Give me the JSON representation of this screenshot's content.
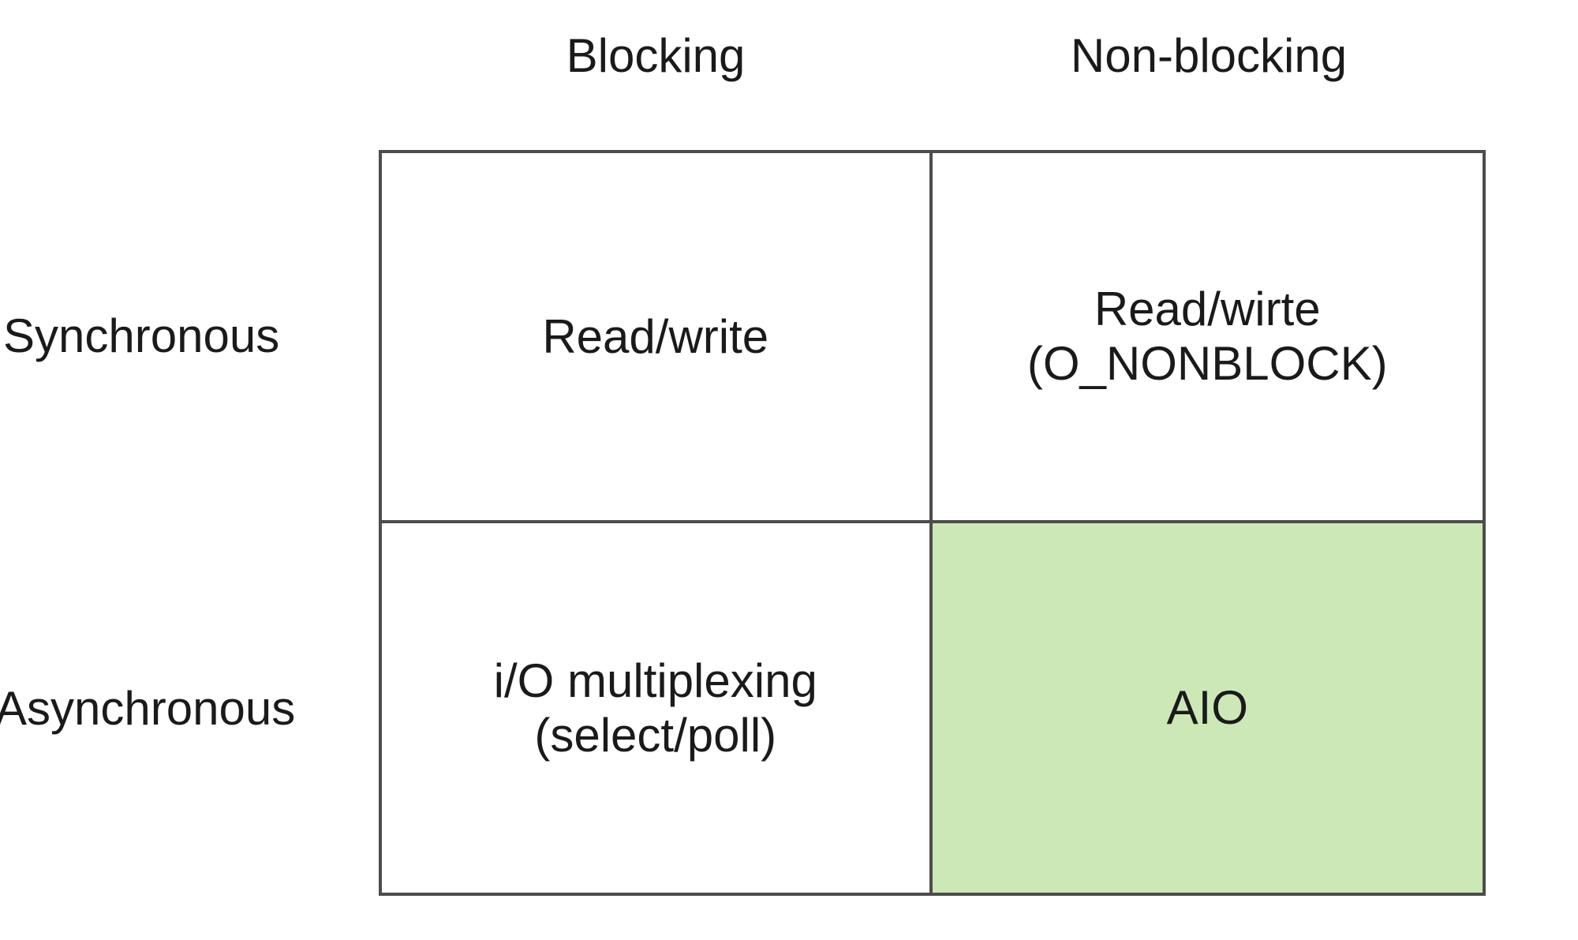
{
  "diagram": {
    "column_headers": [
      {
        "label": "Blocking"
      },
      {
        "label": "Non-blocking"
      }
    ],
    "row_headers": [
      {
        "label": "Synchronous"
      },
      {
        "label": "Asynchronous"
      }
    ],
    "cells": [
      {
        "row": "Synchronous",
        "col": "Blocking",
        "lines": [
          "Read/write"
        ],
        "highlighted": false
      },
      {
        "row": "Synchronous",
        "col": "Non-blocking",
        "lines": [
          "Read/wirte",
          "(O_NONBLOCK)"
        ],
        "highlighted": false
      },
      {
        "row": "Asynchronous",
        "col": "Blocking",
        "lines": [
          "i/O multiplexing",
          "(select/poll)"
        ],
        "highlighted": false
      },
      {
        "row": "Asynchronous",
        "col": "Non-blocking",
        "lines": [
          "AIO"
        ],
        "highlighted": true
      }
    ],
    "colors": {
      "highlight_fill": "#cbe8b6",
      "border": "#4d4d4d",
      "text": "#1a1a1a",
      "background": "#ffffff"
    }
  }
}
